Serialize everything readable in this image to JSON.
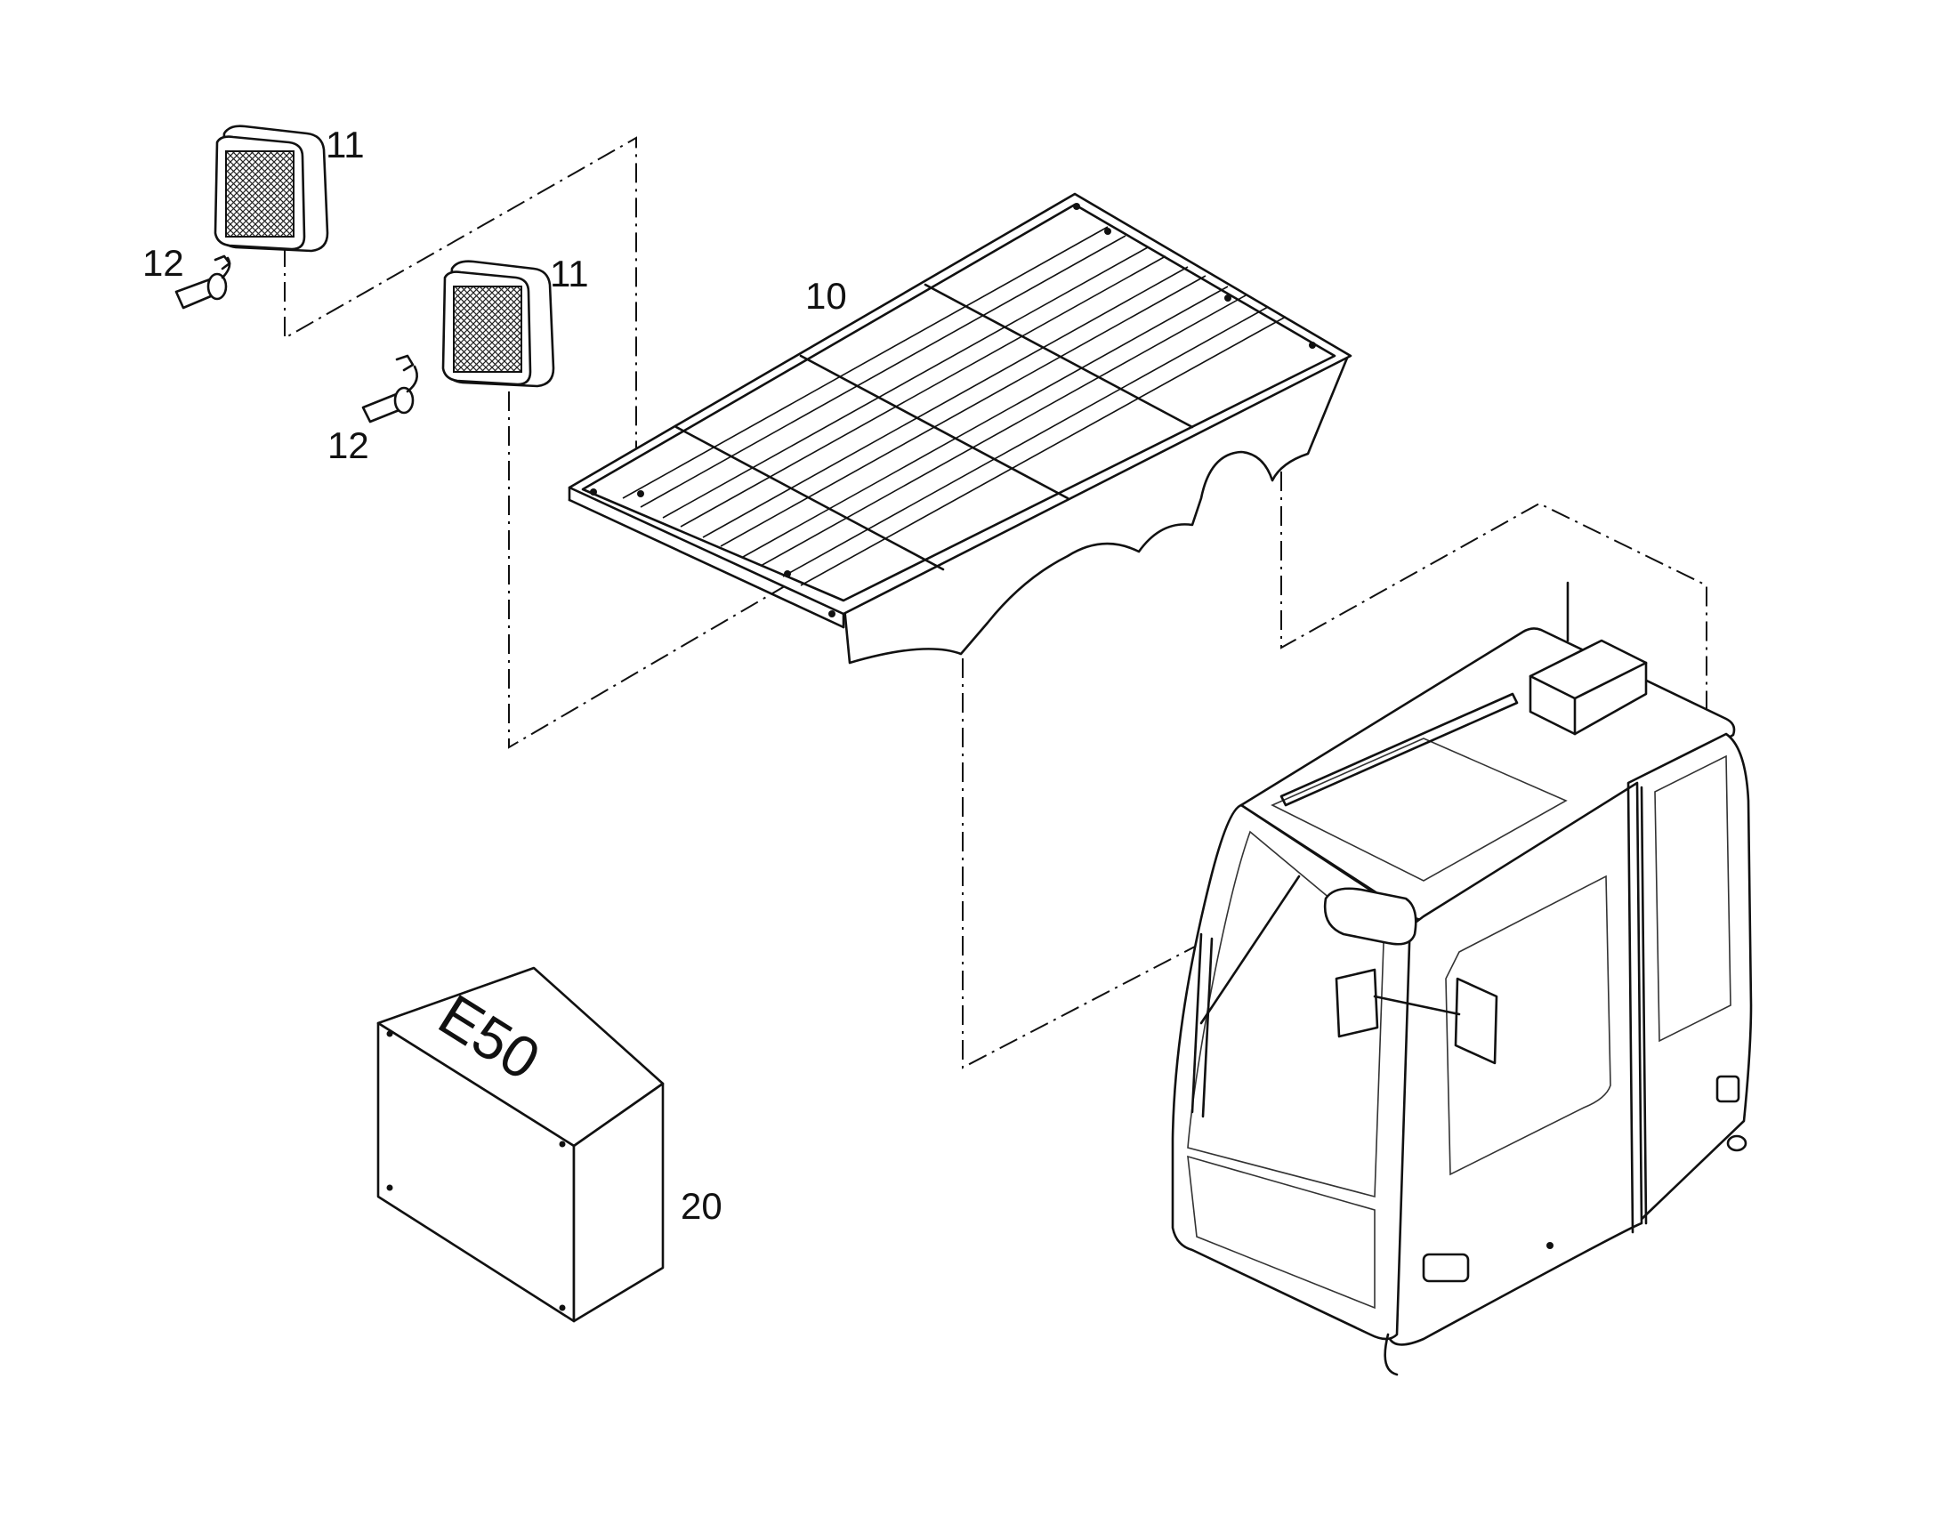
{
  "diagram": {
    "labels": {
      "rack": "10",
      "lamp_upper": "11",
      "lamp_lower": "11",
      "bulb_upper": "12",
      "bulb_lower": "12",
      "kit_box": "20"
    },
    "kit_box_text": "E50"
  }
}
